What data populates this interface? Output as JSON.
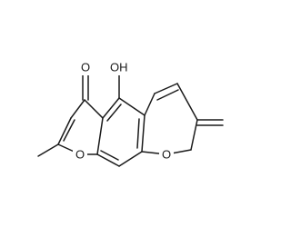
{
  "molecule": {
    "atom_labels": {
      "carbonyl_oxygen": "O",
      "hydroxyl": "OH",
      "pyran_oxygen": "O",
      "oxepine_oxygen": "O"
    }
  }
}
